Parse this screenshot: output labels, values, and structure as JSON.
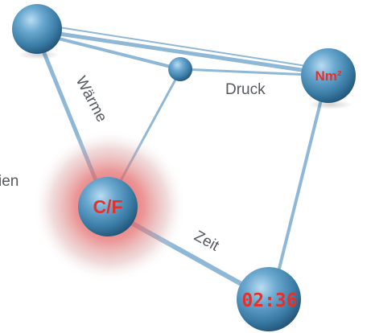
{
  "labels": {
    "cut_off_left": "ien",
    "edge_warmth": "Wärme",
    "edge_pressure": "Druck",
    "edge_time": "Zeit"
  },
  "nodes": {
    "temperature": "C/F",
    "torque": "Nm²",
    "clock": "02:36"
  },
  "colors": {
    "sphere": "#4f93bd",
    "line": "#8fb8d6",
    "glow": "#e04545",
    "label_text": "#e8302a"
  }
}
